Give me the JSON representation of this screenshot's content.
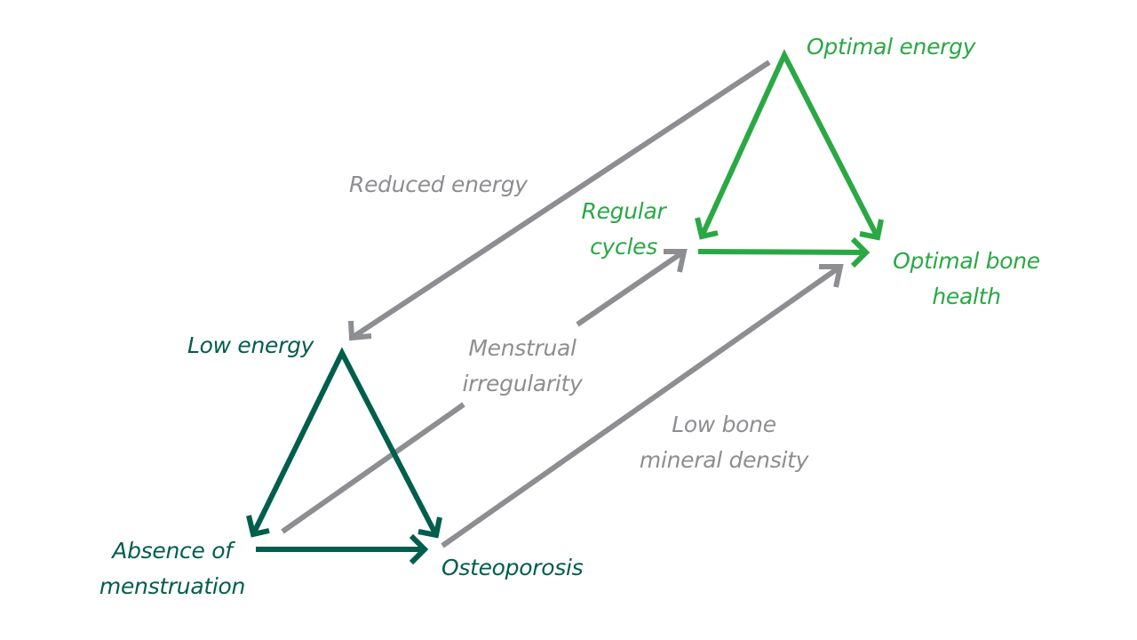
{
  "colors": {
    "bright_green": "#2aa844",
    "dark_green": "#005e4c",
    "grey": "#8d8e91"
  },
  "top_triangle": {
    "apex": "Optimal energy",
    "left": [
      "Regular",
      "cycles"
    ],
    "right": [
      "Optimal bone",
      "health"
    ]
  },
  "bottom_triangle": {
    "apex": "Low energy",
    "left": [
      "Absence of",
      "menstruation"
    ],
    "right": "Osteoporosis"
  },
  "transitions": {
    "energy": "Reduced energy",
    "menstrual": [
      "Menstrual",
      "irregularity"
    ],
    "bone": [
      "Low bone",
      "mineral density"
    ]
  }
}
